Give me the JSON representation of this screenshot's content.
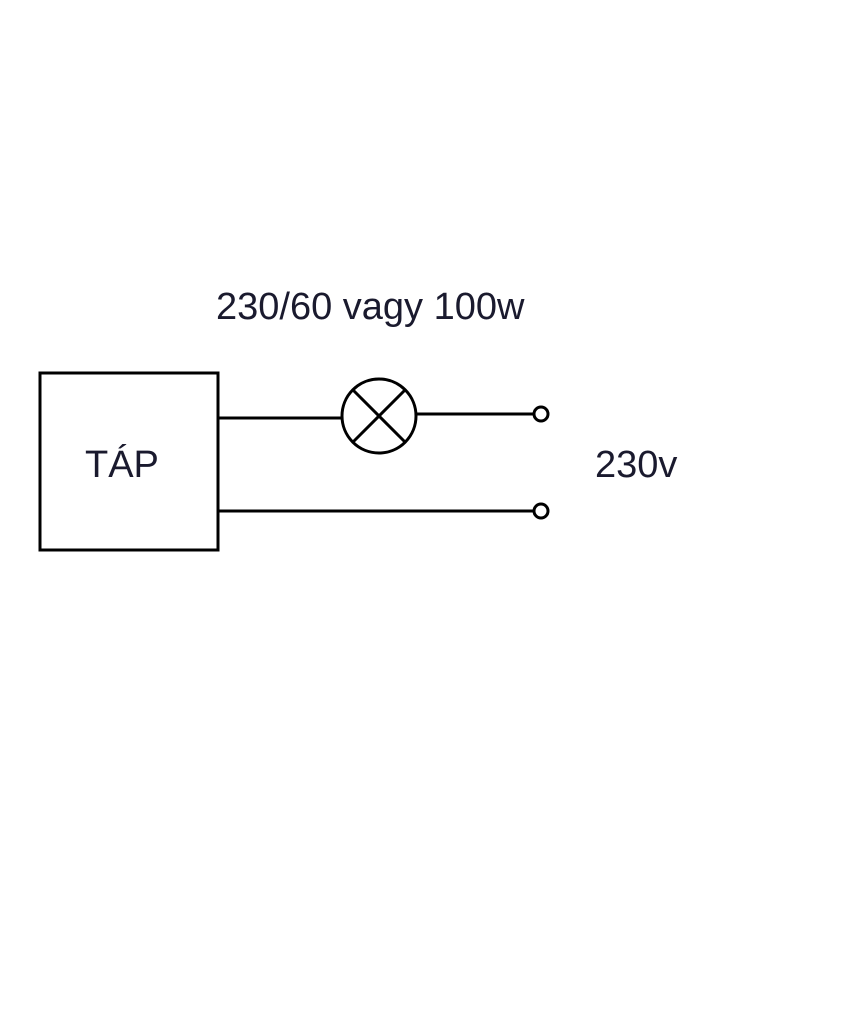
{
  "diagram": {
    "lamp_label": "230/60 vagy 100w",
    "box_label": "TÁP",
    "voltage_label": "230v"
  }
}
